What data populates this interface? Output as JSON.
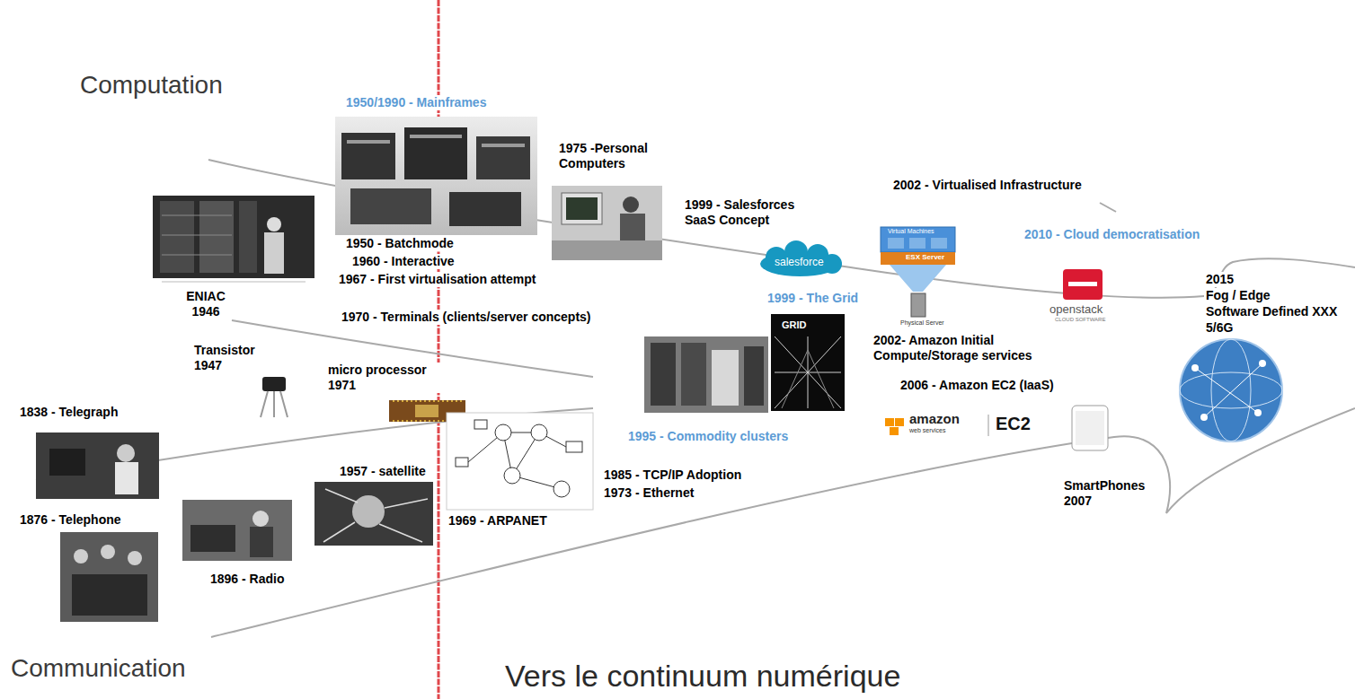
{
  "diagram": {
    "labels": [
      "Computation",
      "1950/1990 - Mainframes",
      "1975 -Personal Computers",
      "1999 - Salesforces SaaS Concept",
      "2002 - Virtualised Infrastructure",
      "2010 - Cloud democratisation",
      "1950 - Batchmode",
      "1960 - Interactive",
      "1967 - First virtualisation attempt",
      "ENIAC 1946",
      "1999 - The Grid",
      "1970 - Terminals (clients/server concepts)",
      "2002- Amazon Initial Compute/Storage services",
      "2015",
      "Fog / Edge",
      "Software Defined XXX",
      "5/6G",
      "Transistor 1947",
      "micro processor 1971",
      "2006 - Amazon EC2 (IaaS)",
      "1838 - Telegraph",
      "1995 - Commodity clusters",
      "1957 - satellite",
      "1985 - TCP/IP Adoption",
      "1973 - Ethernet",
      "SmartPhones 2007",
      "1969 - ARPANET",
      "1876 - Telephone",
      "1896 - Radio",
      "Communication",
      "Vers le continuum numérique",
      "salesforce",
      "Virtual Machines",
      "ESX Server",
      "Physical Server",
      "openstack",
      "CLOUD SOFTWARE",
      "GRID",
      "amazon",
      "web services",
      "EC2"
    ]
  }
}
